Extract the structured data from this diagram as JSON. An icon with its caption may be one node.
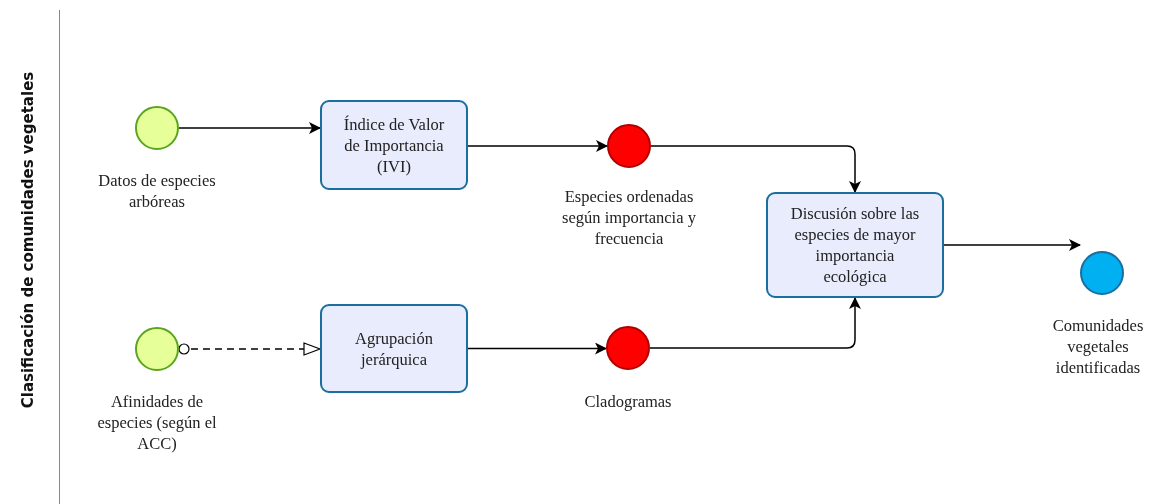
{
  "diagram": {
    "title": "Clasificación de comunidades vegetales",
    "nodes": [
      {
        "text": [],
        "shape": "circle",
        "beside": [
          "Datos de especies arbóreas"
        ]
      },
      {
        "text": [
          "Índice de Valor de Importancia (IVI)"
        ]
      },
      {
        "text": [],
        "shape": "circle",
        "beside": [
          "Especies ordenadas según importancia y frecuencia"
        ]
      },
      {
        "text": [
          "Discusión sobre las especies de mayor importancia ecológica"
        ]
      },
      {
        "text": [],
        "shape": "circle",
        "beside": [
          "Comunidades vegetales identificadas"
        ]
      },
      {
        "text": [],
        "shape": "circle",
        "beside": [
          "Afinidades de especies (según el ACC)"
        ]
      },
      {
        "text": [
          "Agrupación jerárquica"
        ]
      },
      {
        "text": [],
        "shape": "circle",
        "beside": [
          "Cladogramas"
        ]
      }
    ],
    "edges": [
      {
        "from": 0,
        "to": 1,
        "arrow": "to"
      },
      {
        "from": 1,
        "to": 2,
        "arrow": "to"
      },
      {
        "from": 2,
        "to": 3,
        "arrow": "to"
      },
      {
        "from": 3,
        "to": 4,
        "arrow": "to"
      },
      {
        "from": 5,
        "to": 6,
        "arrow": "to",
        "style": "dashed"
      },
      {
        "from": 6,
        "to": 7,
        "arrow": "to"
      },
      {
        "from": 7,
        "to": 3,
        "arrow": "to"
      }
    ]
  }
}
